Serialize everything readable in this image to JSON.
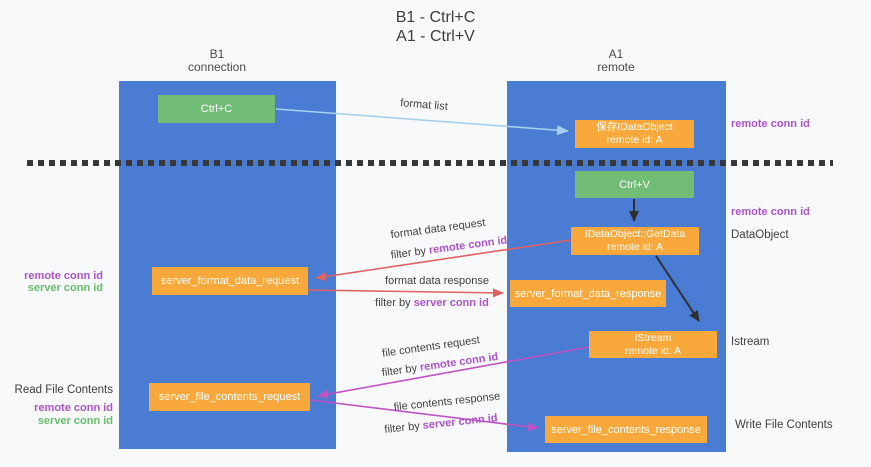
{
  "title": {
    "line1": "B1 - Ctrl+C",
    "line2": "A1 - Ctrl+V"
  },
  "columns": {
    "left": {
      "name": "B1",
      "subtitle": "connection"
    },
    "right": {
      "name": "A1",
      "subtitle": "remote"
    }
  },
  "nodes": {
    "ctrl_c": "Ctrl+C",
    "ctrl_v": "Ctrl+V",
    "save_idataobject": {
      "line1": "保存IDataObject",
      "line2": "remote id: A"
    },
    "getdata": {
      "line1": "IDataObject::GetData",
      "line2": "remote id: A"
    },
    "istream": {
      "line1": "IStream",
      "line2": "remote id: A"
    },
    "format_request": "server_format_data_request",
    "format_response": "server_format_data_response",
    "file_request": "server_file_contents_request",
    "file_response": "server_file_contents_response"
  },
  "edges": {
    "format_list": {
      "label": "format list"
    },
    "format_request": {
      "label": "format data request",
      "filter_prefix": "filter by",
      "filter_key": "remote conn id"
    },
    "format_response": {
      "label": "format data response",
      "filter_prefix": "filter by",
      "filter_key": "server conn id"
    },
    "file_request": {
      "label": "file contents request",
      "filter_prefix": "filter by",
      "filter_key": "remote conn id"
    },
    "file_response": {
      "label": "file contents response",
      "filter_prefix": "filter by",
      "filter_key": "server conn id"
    }
  },
  "annotations": {
    "remote_conn_id_right_top": "remote conn id",
    "remote_conn_id_right_mid": "remote conn id",
    "dataobject": "DataObject",
    "istream": "Istream",
    "write_file_contents": "Write File Contents",
    "remote_conn_id_left_top": "remote conn id",
    "server_conn_id_left_top": "server conn id",
    "read_file_contents": "Read File Contents",
    "remote_conn_id_left_bottom": "remote conn id",
    "server_conn_id_left_bottom": "server conn id"
  },
  "colors": {
    "column_blue": "#4a7cd3",
    "box_green": "#72bd75",
    "box_orange": "#f9a93c",
    "arrow_red": "#e06363",
    "arrow_magenta": "#bf53c3",
    "arrow_light_blue": "#a6d1ee",
    "arrow_black": "#2f2f2f",
    "text_purple": "#ac53c8",
    "text_green": "#67bd6b"
  }
}
